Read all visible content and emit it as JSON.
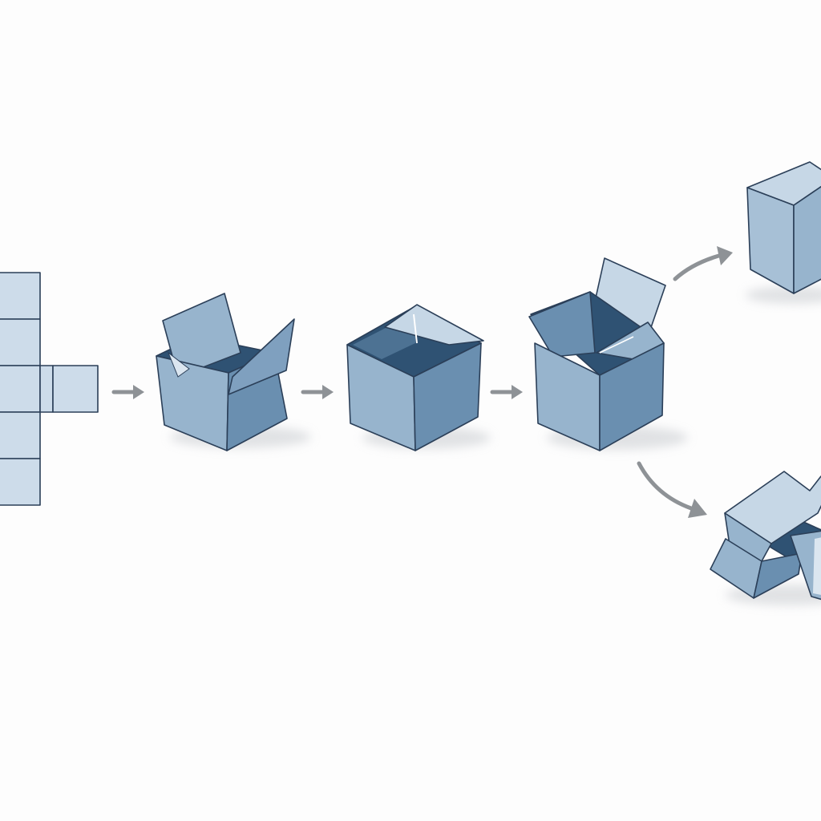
{
  "diagram": {
    "type": "process-flow",
    "description_shown": false,
    "stages": [
      {
        "id": "net",
        "kind": "unfolded cube net",
        "icon": "cube-net-icon"
      },
      {
        "id": "partially-folded",
        "kind": "box with open flaps",
        "icon": "open-box-icon"
      },
      {
        "id": "open-top",
        "kind": "box with one flap open",
        "icon": "open-top-box-icon"
      },
      {
        "id": "closing",
        "kind": "box with flaps closing",
        "icon": "closing-box-icon"
      }
    ],
    "outcomes": [
      {
        "id": "success",
        "kind": "closed cube",
        "icon": "closed-cube-icon",
        "branch": "upper"
      },
      {
        "id": "failure",
        "kind": "collapsed box",
        "icon": "collapsed-box-icon",
        "branch": "lower"
      }
    ],
    "colors": {
      "face_light": "#c6d7e6",
      "face_mid": "#97b4cd",
      "face_dark": "#6a8fb0",
      "interior": "#2f5273",
      "outline": "#2b3f58",
      "arrow": "#8e9296",
      "background": "#fdfdfd"
    }
  }
}
